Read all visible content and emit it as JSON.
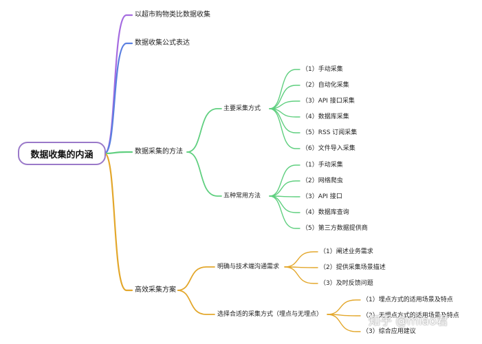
{
  "root": "数据收集的内涵",
  "branches": [
    {
      "label": "以超市购物类比数据收集",
      "color": "#a56be0"
    },
    {
      "label": "数据收集公式表达",
      "color": "#5a7fe0"
    },
    {
      "label": "数据采集的方法",
      "color": "#5fcf7f",
      "children": [
        {
          "label": "主要采集方式",
          "children": [
            "（1）手动采集",
            "（2）自动化采集",
            "（3）API 接口采集",
            "（4）数据库采集",
            "（5）RSS 订阅采集",
            "（6）文件导入采集"
          ]
        },
        {
          "label": "五种常用方法",
          "children": [
            "（1）手动采集",
            "（2）网络爬虫",
            "（3）API 接口",
            "（4）数据库查询",
            "（5）第三方数据提供商"
          ]
        }
      ]
    },
    {
      "label": "高效采集方案",
      "color": "#e3a72b",
      "children": [
        {
          "label": "明确与技术端沟通需求",
          "children": [
            "（1）阐述业务需求",
            "（2）提供采集场景描述",
            "（3）及时反馈问题"
          ]
        },
        {
          "label": "选择合适的采集方式（埋点与无埋点）",
          "children": [
            "（1）埋点方式的适用场景及特点",
            "（2）无埋点方式的适用场景及特点",
            "（3）综合应用建议"
          ]
        }
      ]
    }
  ],
  "watermark": "知乎 @miao君"
}
